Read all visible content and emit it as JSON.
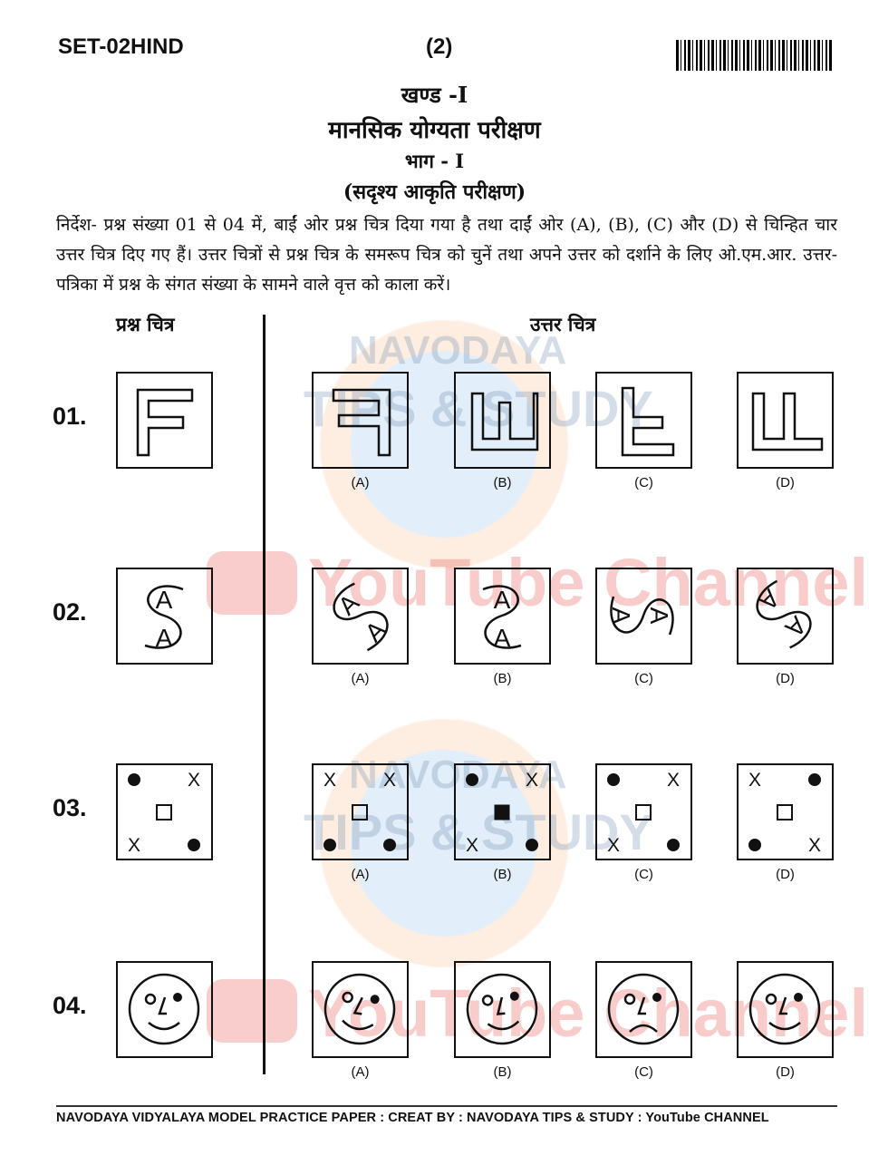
{
  "header": {
    "set_code": "SET-02HIND",
    "page_number": "(2)"
  },
  "titles": {
    "section": "खण्ड -I",
    "subject": "मानसिक योग्यता परीक्षण",
    "part": "भाग -  I",
    "subtitle": "(सदृश्य आकृति परीक्षण)"
  },
  "instructions": "निर्देश- प्रश्न संख्या 01 से 04 में, बाईं ओर प्रश्न चित्र दिया गया है तथा दाईं ओर (A), (B), (C) और (D) से चिन्हित चार उत्तर चित्र दिए गए हैं। उत्तर चित्रों से प्रश्न चित्र के समरूप चित्र को चुनें तथा अपने उत्तर को दर्शाने के लिए ओ.एम.आर. उत्तर-पत्रिका में प्रश्न के संगत संख्या के सामने वाले वृत्त को काला करें।",
  "columns": {
    "question": "प्रश्न चित्र",
    "answer": "उत्तर चित्र"
  },
  "questions": [
    {
      "number": "01."
    },
    {
      "number": "02."
    },
    {
      "number": "03."
    },
    {
      "number": "04."
    }
  ],
  "options": [
    "(A)",
    "(B)",
    "(C)",
    "(D)"
  ],
  "footer": "NAVODAYA  VIDYALAYA  MODEL  PRACTICE  PAPER : CREAT BY : NAVODAYA TIPS & STUDY : YouTube CHANNEL",
  "watermark": {
    "line1": "NAVODAYA",
    "line2": "TIPS & STUDY",
    "youtube": "YouTube Channel"
  },
  "colors": {
    "watermark_red": "#e53935",
    "watermark_orange": "#f4a460",
    "watermark_blue": "#5b9bd5"
  }
}
